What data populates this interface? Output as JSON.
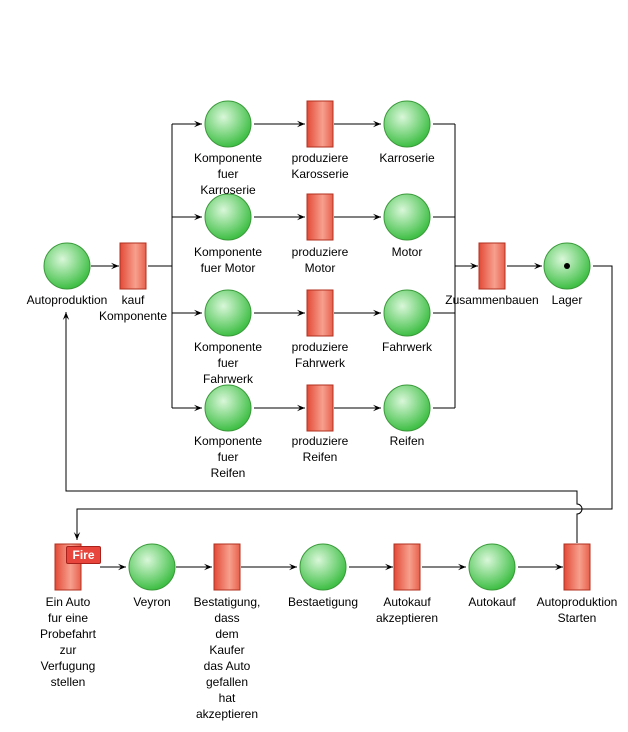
{
  "places": [
    {
      "id": "p_auto",
      "label": "Autoproduktion"
    },
    {
      "id": "p_kk",
      "label": "Komponente\nfuer\nKarroserie"
    },
    {
      "id": "p_km",
      "label": "Komponente\nfuer Motor"
    },
    {
      "id": "p_kf",
      "label": "Komponente\nfuer\nFahrwerk"
    },
    {
      "id": "p_kr",
      "label": "Komponente\nfuer\nReifen"
    },
    {
      "id": "p_karr",
      "label": "Karroserie"
    },
    {
      "id": "p_motor",
      "label": "Motor"
    },
    {
      "id": "p_fahr",
      "label": "Fahrwerk"
    },
    {
      "id": "p_reifen",
      "label": "Reifen"
    },
    {
      "id": "p_lager",
      "label": "Lager",
      "tokens": 1
    },
    {
      "id": "p_veyron",
      "label": "Veyron"
    },
    {
      "id": "p_best",
      "label": "Bestaetigung"
    },
    {
      "id": "p_autokauf",
      "label": "Autokauf"
    }
  ],
  "transitions": [
    {
      "id": "t_kauf",
      "label": "kauf\nKomponente"
    },
    {
      "id": "t_pk",
      "label": "produziere\nKarosserie"
    },
    {
      "id": "t_pm",
      "label": "produziere\nMotor"
    },
    {
      "id": "t_pf",
      "label": "produziere\nFahrwerk"
    },
    {
      "id": "t_pr",
      "label": "produziere\nReifen"
    },
    {
      "id": "t_zus",
      "label": "Zusammenbauen"
    },
    {
      "id": "t_probe",
      "label": "Ein Auto\nfur eine\nProbefahrt\nzur\nVerfugung\nstellen",
      "enabled": true
    },
    {
      "id": "t_bestat",
      "label": "Bestatigung,\ndass\ndem\nKaufer\ndas Auto\ngefallen\nhat\nakzeptieren"
    },
    {
      "id": "t_akzept",
      "label": "Autokauf\nakzeptieren"
    },
    {
      "id": "t_start",
      "label": "Autoproduktion\nStarten"
    }
  ],
  "fire_button": "Fire",
  "colors": {
    "place": "#5ccf5c",
    "transition": "#e85a43",
    "enabled": "#e8453c"
  }
}
